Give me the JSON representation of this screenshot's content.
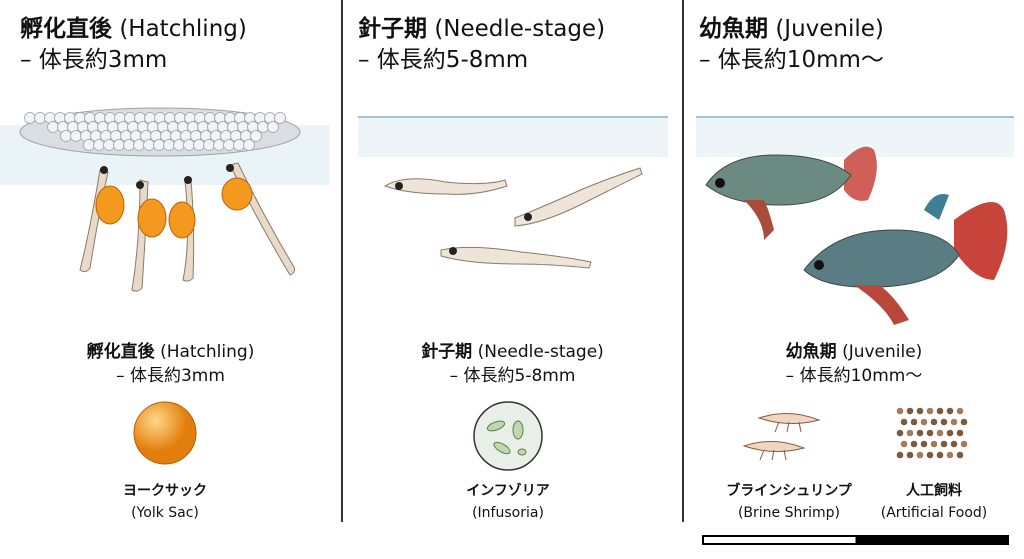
{
  "stages": [
    {
      "title_jp": "孵化直後",
      "title_en": "(Hatchling)",
      "size": "– 体長約3mm",
      "food": [
        {
          "jp": "ヨークサック",
          "en": "(Yolk Sac)"
        }
      ]
    },
    {
      "title_jp": "針子期",
      "title_en": "(Needle-stage)",
      "size": "– 体長約5-8mm",
      "food": [
        {
          "jp": "インフゾリア",
          "en": "(Infusoria)"
        }
      ]
    },
    {
      "title_jp": "幼魚期",
      "title_en": "(Juvenile)",
      "size": "– 体長約10mm〜",
      "food": [
        {
          "jp": "ブラインシュリンプ",
          "en": "(Brine Shrimp)"
        },
        {
          "jp": "人工飼料",
          "en": "(Artificial Food)"
        }
      ]
    }
  ],
  "colors": {
    "yolk": "#f39a1e",
    "water": "#9fc4d6",
    "fish_red": "#c8443a",
    "fish_blue": "#3f7f93"
  }
}
